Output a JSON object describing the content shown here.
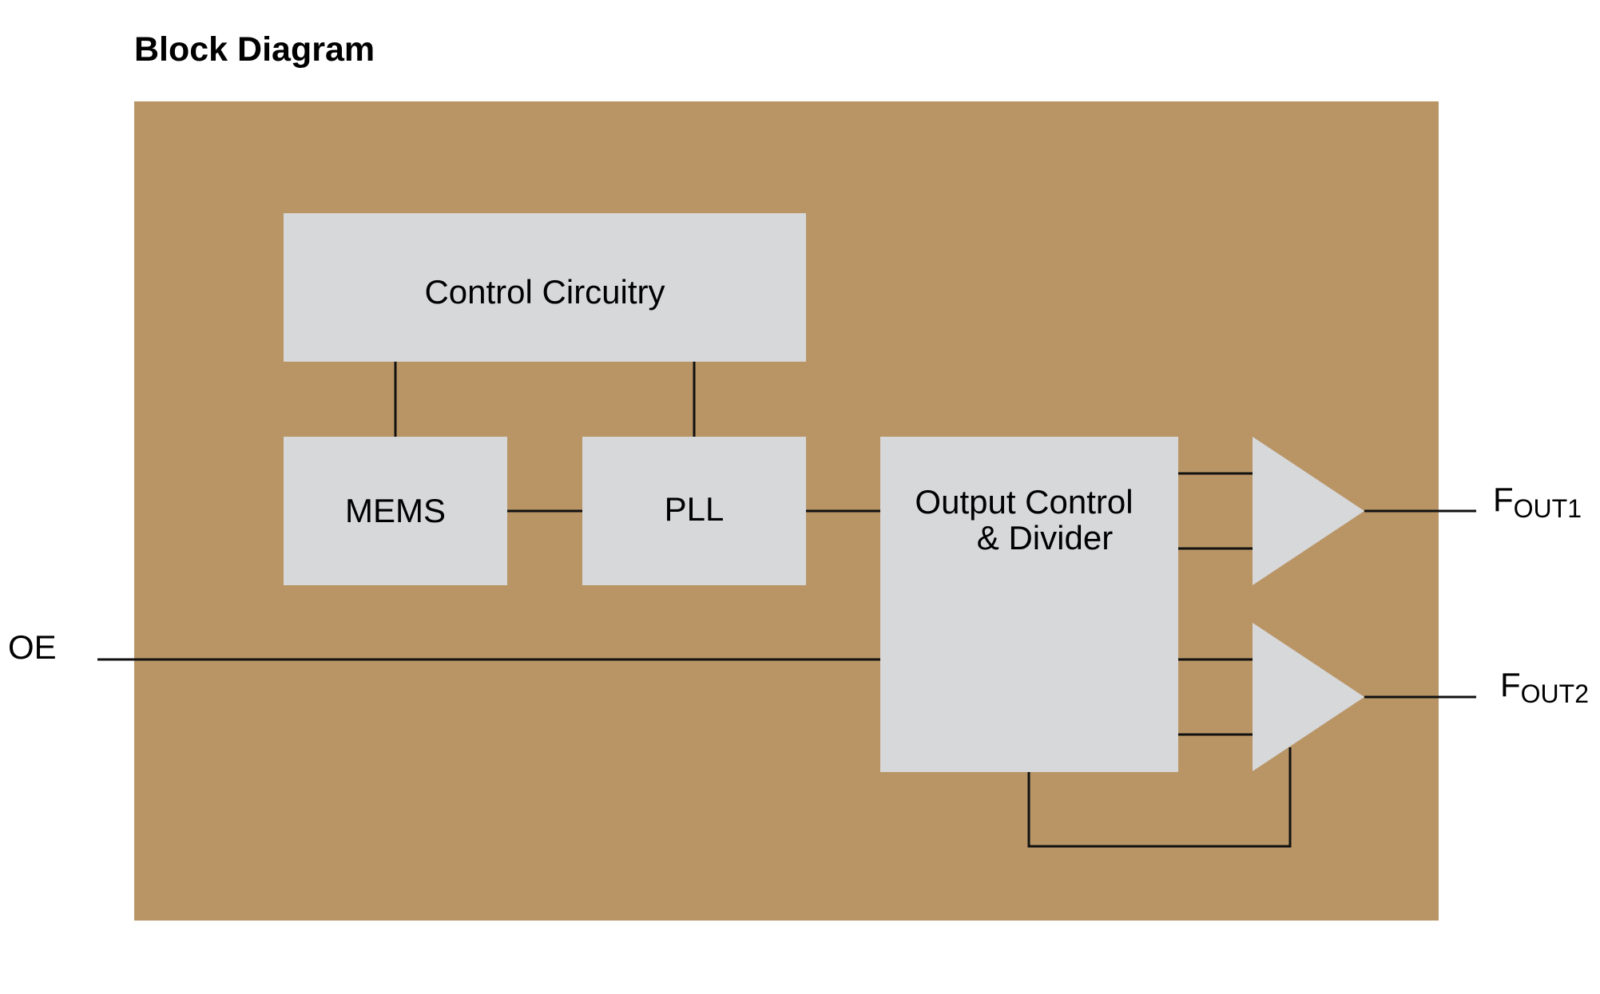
{
  "title": "Block Diagram",
  "blocks": {
    "control": "Control Circuitry",
    "mems": "MEMS",
    "pll": "PLL",
    "output_line1": "Output Control",
    "output_line2": "& Divider"
  },
  "signals": {
    "oe": "OE",
    "fout1_main": "F",
    "fout1_sub": "OUT1",
    "fout2_main": "F",
    "fout2_sub": "OUT2"
  },
  "colors": {
    "chip": "#B99566",
    "block": "#D7D8DA",
    "wire": "#111111"
  }
}
